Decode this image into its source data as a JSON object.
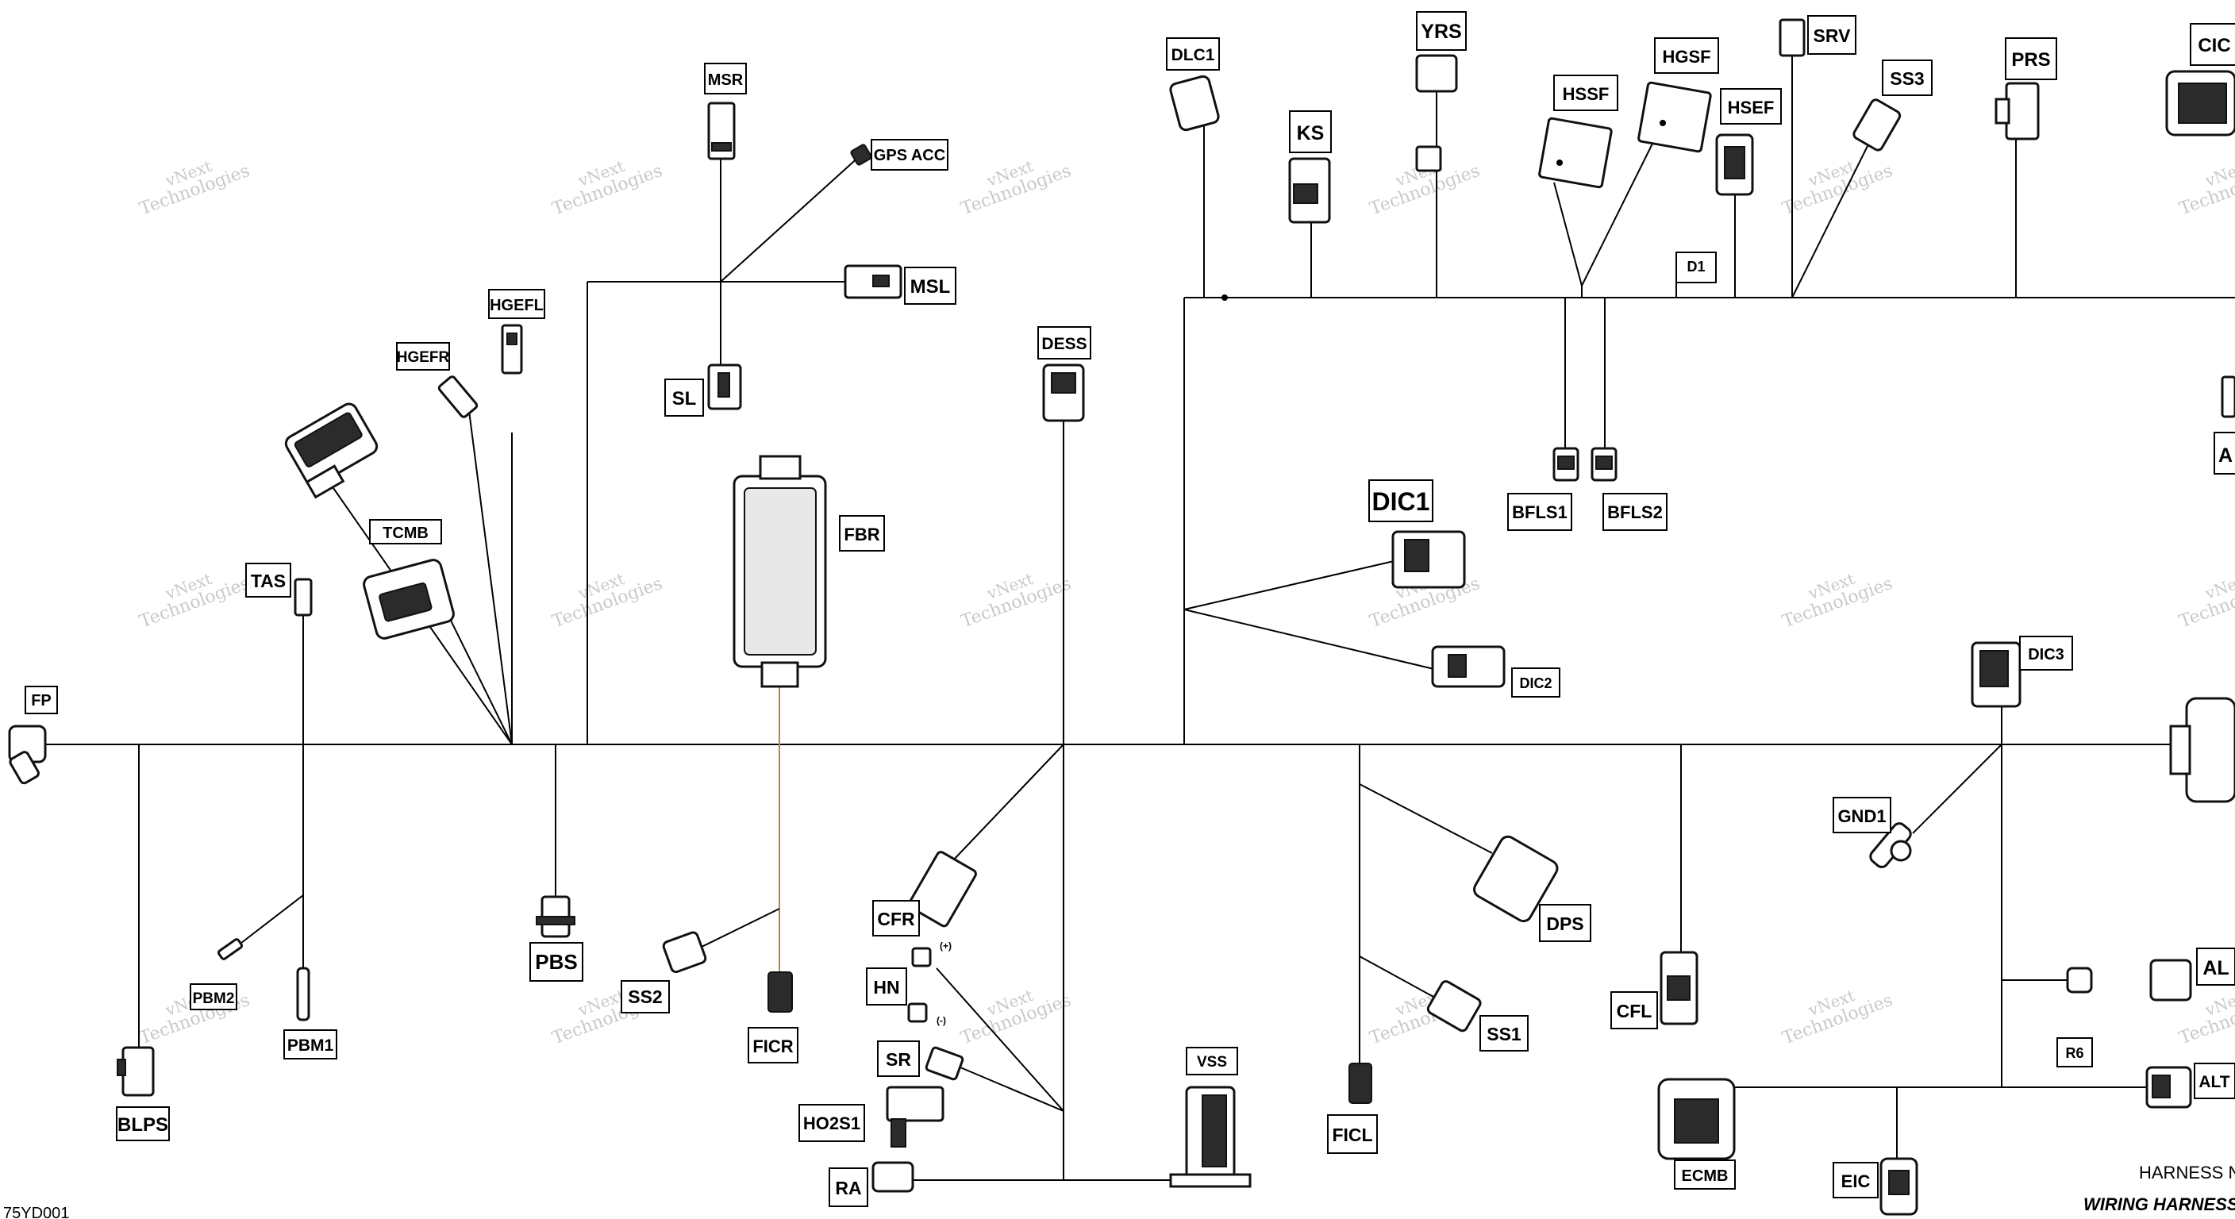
{
  "drawing_id": "75YD001",
  "footer": {
    "harness_number": "HARNESS NUI",
    "wiring_harness": "WIRING HARNESS  CHA"
  },
  "watermark": {
    "line1": "vNext",
    "line2": "Technologies"
  },
  "labels": {
    "FP": "FP",
    "BLPS": "BLPS",
    "PBM2": "PBM2",
    "PBM1": "PBM1",
    "TAS": "TAS",
    "TCMB": "TCMB",
    "HGEFR": "HGEFR",
    "HGEFL": "HGEFL",
    "PBS": "PBS",
    "SS2": "SS2",
    "MSR": "MSR",
    "GPS_ACC": "GPS  ACC",
    "MSL": "MSL",
    "SL": "SL",
    "FBR": "FBR",
    "FICR": "FICR",
    "DESS": "DESS",
    "CFR": "CFR",
    "HN": "HN",
    "SR": "SR",
    "HO2S1": "HO2S1",
    "RA": "RA",
    "VSS": "VSS",
    "DLC1": "DLC1",
    "KS": "KS",
    "YRS": "YRS",
    "HSSF": "HSSF",
    "HGSF": "HGSF",
    "HSEF": "HSEF",
    "SRV": "SRV",
    "SS3": "SS3",
    "PRS": "PRS",
    "CIC": "CIC",
    "D1": "D1",
    "BFLS1": "BFLS1",
    "BFLS2": "BFLS2",
    "DIC1": "DIC1",
    "DIC2": "DIC2",
    "DPS": "DPS",
    "SS1": "SS1",
    "FICL": "FICL",
    "CFL": "CFL",
    "ECMB": "ECMB",
    "EIC": "EIC",
    "GND1": "GND1",
    "DIC3": "DIC3",
    "AL": "AL",
    "ALT": "ALT",
    "R6": "R6",
    "A": "A",
    "HN_plus": "(+)",
    "HN_minus": "(-)"
  }
}
